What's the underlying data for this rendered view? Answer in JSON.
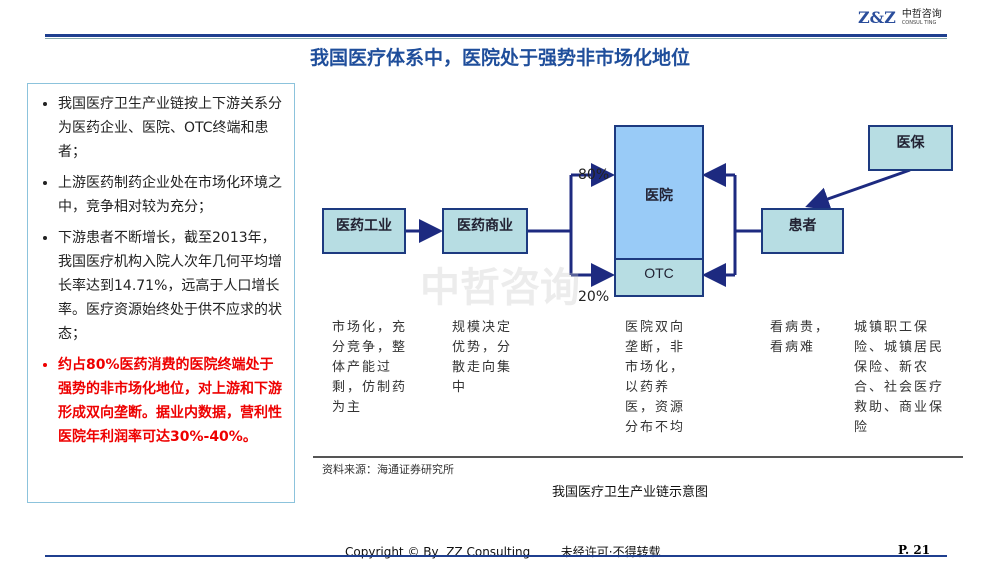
{
  "logo": {
    "mark": "Z&Z",
    "cn": "中哲咨询",
    "en": "CONSUL TING"
  },
  "title": "我国医疗体系中，医院处于强势非市场化地位",
  "bullets": [
    {
      "text": "我国医疗卫生产业链按上下游关系分为医药企业、医院、OTC终端和患者；",
      "highlight": false
    },
    {
      "text": "上游医药制药企业处在市场化环境之中，竞争相对较为充分；",
      "highlight": false
    },
    {
      "text": "下游患者不断增长，截至2013年，我国医疗机构入院人次年几何平均增长率达到14.71%，远高于人口增长率。医疗资源始终处于供不应求的状态；",
      "highlight": false
    },
    {
      "text": "约占80%医药消费的医院终端处于强势的非市场化地位，对上游和下游形成双向垄断。据业内数据，营利性医院年利润率可达30%-40%。",
      "highlight": true
    }
  ],
  "diagram": {
    "nodes": {
      "industry": "医药工业",
      "commerce": "医药商业",
      "hospital": "医院",
      "otc": "OTC",
      "patient": "患者",
      "insurance": "医保"
    },
    "pct_hospital": "80%",
    "pct_otc": "20%",
    "desc": {
      "industry": "市场化，充分竞争，整体产能过剩，仿制药为主",
      "commerce": "规模决定优势，分散走向集中",
      "hospital": "医院双向垄断，非市场化，以药养医，资源分布不均",
      "patient": "看病贵，看病难",
      "insurance": "城镇职工保险、城镇居民保险、新农合、社会医疗救助、商业保险"
    },
    "source": "资料来源：海通证券研究所",
    "caption": "我国医疗卫生产业链示意图"
  },
  "watermark": "中哲咨询",
  "footer": {
    "copyright": "Copyright © By  ZZ Consulting        未经许可·不得转载",
    "page": "P. 21"
  }
}
